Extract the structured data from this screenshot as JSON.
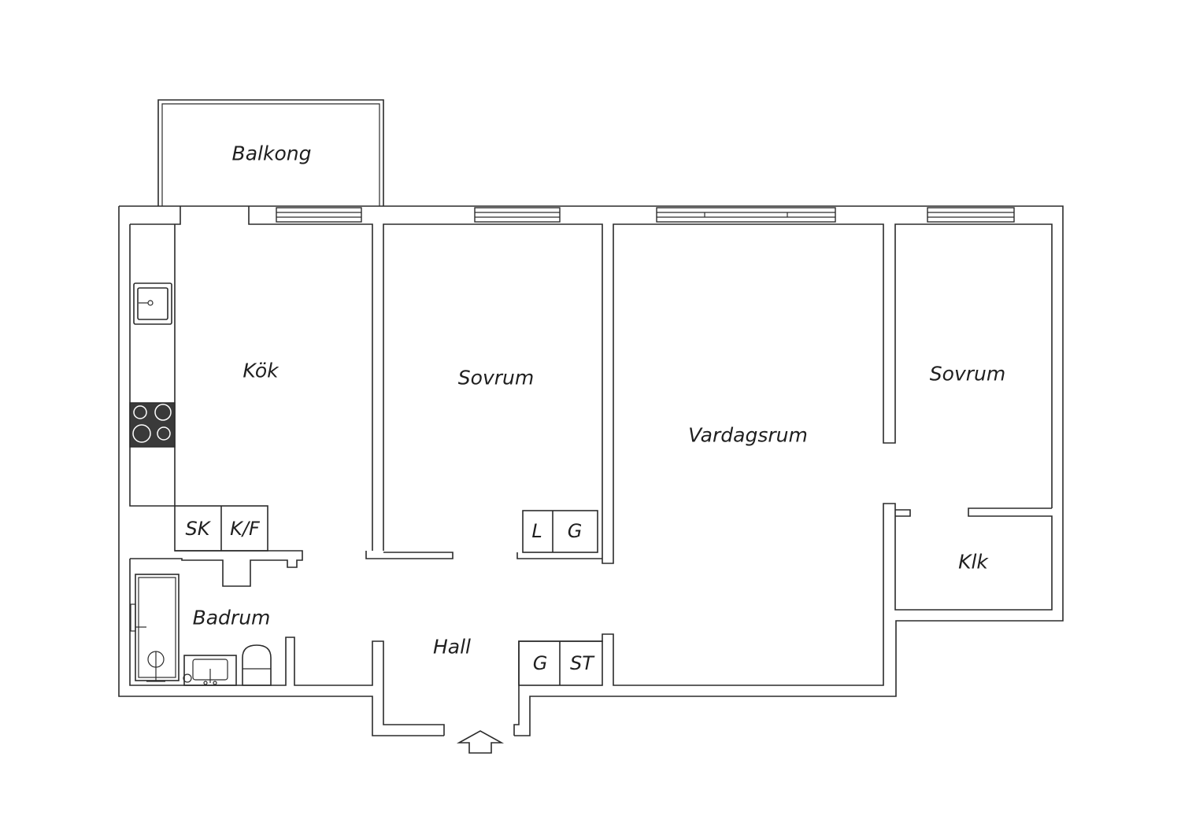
{
  "rooms": {
    "balcony": "Balkong",
    "kitchen": "Kök",
    "bedroom_left": "Sovrum",
    "living_room": "Vardagsrum",
    "bedroom_right": "Sovrum",
    "bathroom": "Badrum",
    "hall": "Hall",
    "walk_in_closet": "Klk"
  },
  "storage": {
    "kitchen_cabinet": "SK",
    "fridge_freezer": "K/F",
    "bedroom_linen": "L",
    "bedroom_wardrobe": "G",
    "hall_wardrobe": "G",
    "hall_storage": "ST"
  },
  "colors": {
    "wall": "#2b2b2b",
    "stove": "#3a3a3a",
    "background": "#ffffff"
  },
  "icons": [
    "entrance-arrow-icon",
    "sink-icon",
    "stove-icon",
    "toilet-icon",
    "shower-icon",
    "washbasin-icon"
  ]
}
